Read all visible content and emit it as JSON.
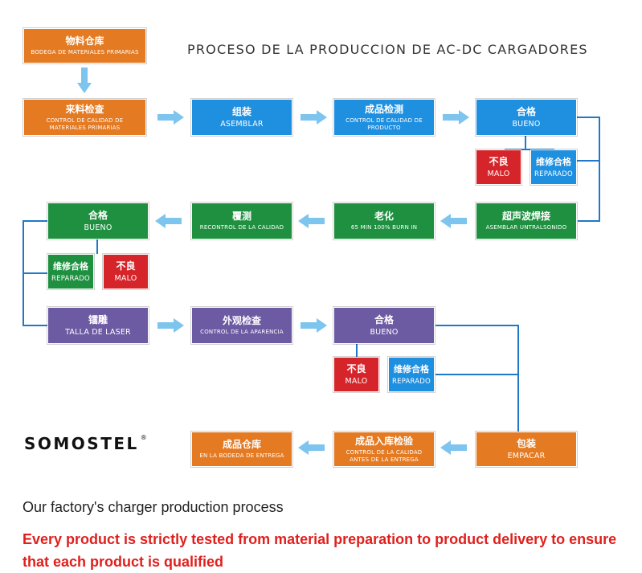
{
  "title": "PROCESO DE LA PRODUCCION DE AC-DC CARGADORES",
  "colors": {
    "orange": "#e47a22",
    "blue": "#1f8fe0",
    "green": "#1e9040",
    "red": "#d6252a",
    "purple": "#6c5aa3",
    "arrow": "#7dc4ee",
    "line": "#1f78c8"
  },
  "steps": {
    "warehouse": {
      "zh": "物料仓库",
      "es": "BODEGA DE MATERIALES PRIMARIAS"
    },
    "incoming": {
      "zh": "来料检查",
      "es": "CONTROL DE CALIDAD DE MATERIALES PRIMARIAS"
    },
    "assemble": {
      "zh": "组装",
      "es": "ASEMBLAR"
    },
    "product_qc": {
      "zh": "成品检测",
      "es": "CONTROL DE CALIDAD DE PRODUCTO"
    },
    "good1": {
      "zh": "合格",
      "es": "BUENO"
    },
    "bad1": {
      "zh": "不良",
      "es": "MALO"
    },
    "repair1": {
      "zh": "维修合格",
      "es": "REPARADO"
    },
    "ultrasonic": {
      "zh": "超声波焊接",
      "es": "ASEMBLAR UNTRALSONIDO"
    },
    "burnin": {
      "zh": "老化",
      "es": "65 MIN 100% BURN IN"
    },
    "recheck": {
      "zh": "覆测",
      "es": "RECONTROL DE LA CALIDAD"
    },
    "good2": {
      "zh": "合格",
      "es": "BUENO"
    },
    "repair2": {
      "zh": "维修合格",
      "es": "REPARADO"
    },
    "bad2": {
      "zh": "不良",
      "es": "MALO"
    },
    "laser": {
      "zh": "镭雕",
      "es": "TALLA DE LASER"
    },
    "appearance": {
      "zh": "外观检查",
      "es": "CONTROL DE LA APARENCIA"
    },
    "good3": {
      "zh": "合格",
      "es": "BUENO"
    },
    "bad3": {
      "zh": "不良",
      "es": "MALO"
    },
    "repair3": {
      "zh": "维修合格",
      "es": "REPARADO"
    },
    "packing": {
      "zh": "包装",
      "es": "EMPACAR"
    },
    "final_qc": {
      "zh": "成品入库检验",
      "es": "CONTROL DE LA CALIDAD ANTES DE LA ENTREGA"
    },
    "finished_wh": {
      "zh": "成品仓库",
      "es": "EN LA BODEDA DE ENTREGA"
    }
  },
  "logo": {
    "text": "SOMOSTEL",
    "mark": "®"
  },
  "caption": "Our factory's charger production process",
  "note": "Every product is strictly tested from material preparation to product delivery to ensure that each product is qualified"
}
